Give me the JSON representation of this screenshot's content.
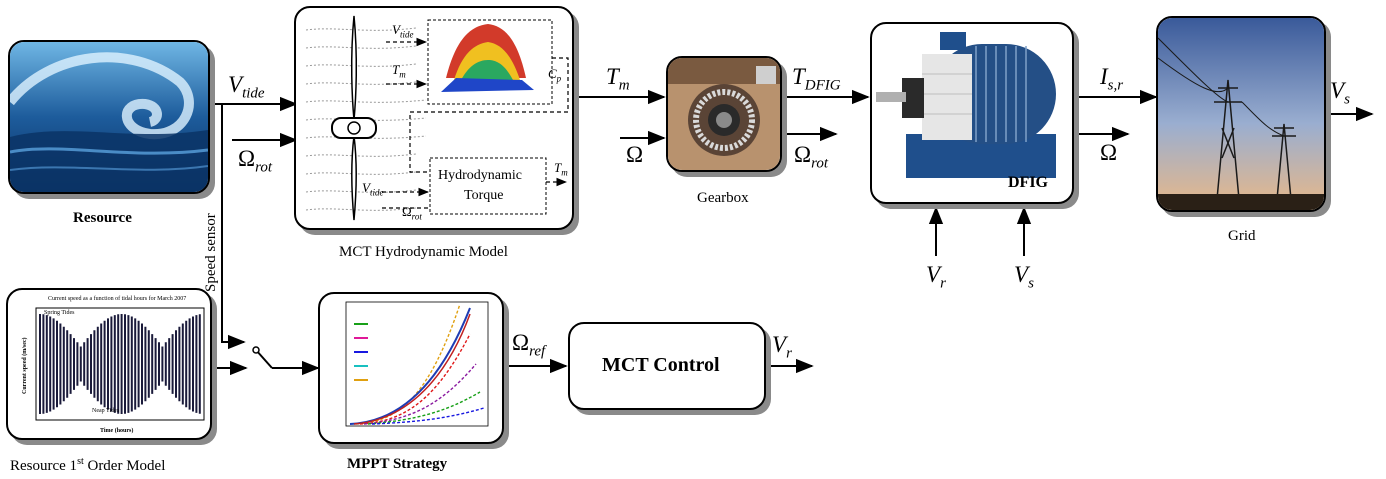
{
  "captions": {
    "resource": "Resource",
    "resource_model_main": "Resource 1",
    "resource_model_sup": "st",
    "resource_model_rest": " Order Model",
    "hydro_model": "MCT Hydrodynamic Model",
    "gearbox": "Gearbox",
    "grid": "Grid",
    "mppt": "MPPT Strategy",
    "speed_sensor": "Speed sensor"
  },
  "blocks": {
    "mct_control": "MCT Control",
    "dfig": "DFIG",
    "hydro_torque_line1": "Hydrodynamic",
    "hydro_torque_line2": "Torque"
  },
  "signals": {
    "V": "V",
    "tide": "tide",
    "Omega": "Ω",
    "rot": "rot",
    "T": "T",
    "m": "m",
    "DFIG": "DFIG",
    "I": "I",
    "sr": "s,r",
    "s": "s",
    "r": "r",
    "ref": "ref",
    "Cp_C": "C",
    "Cp_p": "p"
  },
  "tidal_plot": {
    "title": "Current speed as a function of tidal hours for March 2007",
    "spring": "Spring Tides",
    "neap": "Neap Tides",
    "xlabel": "Time (hours)",
    "ylabel": "Current speed (m/sec)"
  },
  "colors": {
    "shadow": "#8a8a8a",
    "sea_dark": "#0b3f78",
    "sea_light": "#7cc3ea",
    "sky_top": "#3a5a9a",
    "sky_bottom": "#e8b888",
    "motor_blue": "#1f4f8c"
  }
}
